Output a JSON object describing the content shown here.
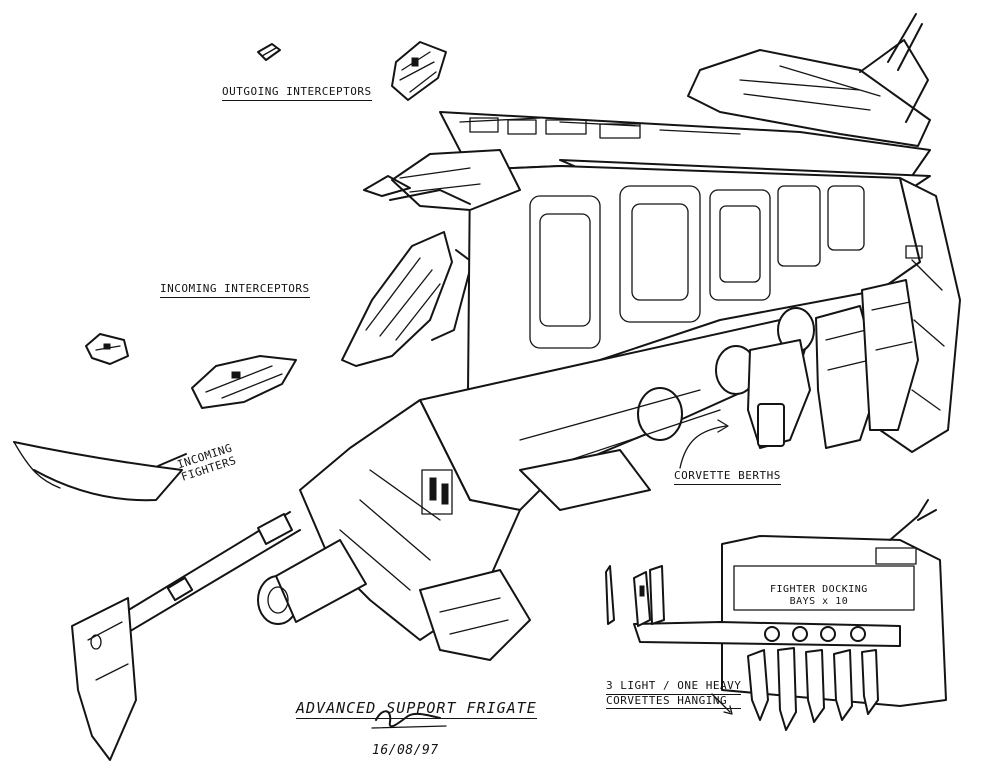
{
  "sheet": {
    "title": "ADVANCED SUPPORT FRIGATE",
    "date": "16/08/97",
    "signature": "signature"
  },
  "annotations": {
    "outgoing_interceptors": "OUTGOING INTERCEPTORS",
    "incoming_interceptors": "INCOMING INTERCEPTORS",
    "incoming_fighters_line1": "INCOMING",
    "incoming_fighters_line2": "FIGHTERS",
    "corvette_berths": "CORVETTE BERTHS",
    "fighter_docking_line1": "FIGHTER DOCKING",
    "fighter_docking_line2": "BAYS x 10",
    "corvettes_line1": "3 LIGHT / ONE HEAVY",
    "corvettes_line2": "CORVETTES HANGING"
  }
}
